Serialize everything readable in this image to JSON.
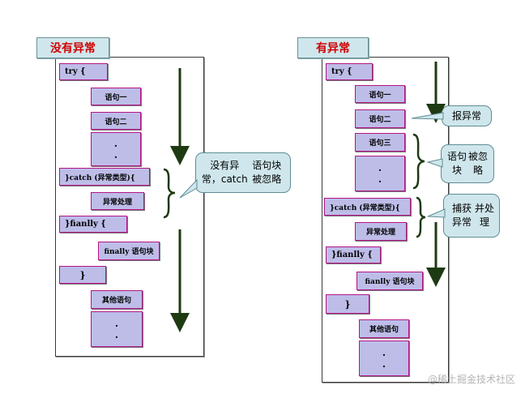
{
  "left": {
    "title": "没有异常",
    "try": "try   {",
    "stmt1": "语句一",
    "stmt2": "语句二",
    "dots": ".",
    "catch": "}catch (异常类型){",
    "handle": "异常处理",
    "finally": "}fianlly {",
    "finally_block": "finally 语句块",
    "close": "}",
    "other": "其他语句",
    "callout": [
      "没有异常，catch",
      "语句块被忽略"
    ]
  },
  "right": {
    "title": "有异常",
    "try": "try   {",
    "stmt1": "语句一",
    "stmt2": "语句二",
    "stmt3": "语句三",
    "dots": ".",
    "catch": "}catch (异常类型){",
    "handle": "异常处理",
    "finally": "}fianlly {",
    "finally_block": "fianlly 语句块",
    "close": "}",
    "other": "其他语句",
    "callout_error": "报异常",
    "callout_block": [
      "语句块",
      "被忽略"
    ],
    "callout_catch": [
      "捕获异常",
      "并处理"
    ]
  },
  "watermark": "@稀土掘金技术社区",
  "colors": {
    "box_fill": "#bdbde8",
    "box_border": "#b51486",
    "arrow": "#1e3a12",
    "title_text": "#d10000"
  }
}
